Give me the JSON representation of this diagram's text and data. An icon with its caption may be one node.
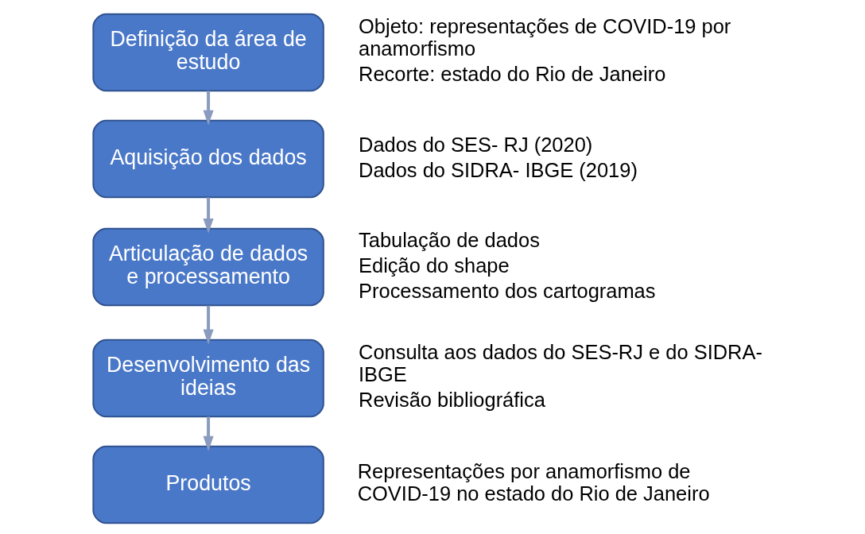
{
  "diagram": {
    "nodes": [
      {
        "text": [
          "Definição da área de estudo"
        ],
        "beside": [
          "Objeto: representações de COVID-19 por anamorfismo",
          "Recorte: estado do Rio de Janeiro"
        ]
      },
      {
        "text": [
          "Aquisição dos dados"
        ],
        "beside": [
          "Dados do SES- RJ (2020)",
          "Dados do SIDRA- IBGE (2019)"
        ]
      },
      {
        "text": [
          "Articulação de dados e processamento"
        ],
        "beside": [
          "Tabulação de dados",
          "Edição do shape",
          "Processamento dos cartogramas"
        ]
      },
      {
        "text": [
          "Desenvolvimento das ideias"
        ],
        "beside": [
          "Consulta aos dados do SES-RJ e do SIDRA-IBGE",
          "Revisão bibliográfica"
        ]
      },
      {
        "text": [
          "Produtos"
        ],
        "beside": [
          "Representações por anamorfismo de COVID-19 no estado do Rio de Janeiro"
        ]
      }
    ],
    "edges": [
      {
        "from": 0,
        "to": 1,
        "arrow": "to"
      },
      {
        "from": 1,
        "to": 2,
        "arrow": "to"
      },
      {
        "from": 2,
        "to": 3,
        "arrow": "to"
      },
      {
        "from": 3,
        "to": 4,
        "arrow": "to"
      }
    ]
  }
}
